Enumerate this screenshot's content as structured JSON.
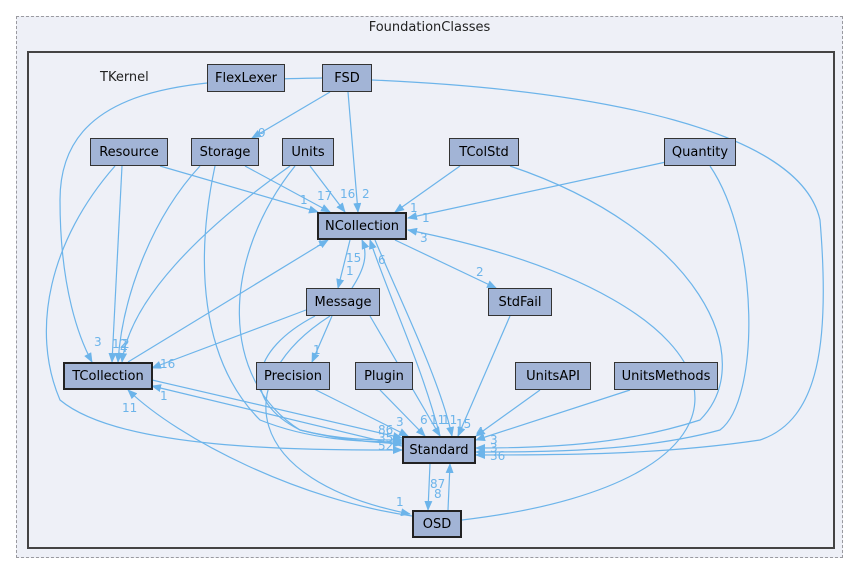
{
  "outer_title": "FoundationClasses",
  "inner_title": "TKernel",
  "nodes": {
    "flexlexer": "FlexLexer",
    "fsd": "FSD",
    "resource": "Resource",
    "storage": "Storage",
    "units": "Units",
    "tcolstd": "TColStd",
    "quantity": "Quantity",
    "ncollection": "NCollection",
    "message": "Message",
    "stdfail": "StdFail",
    "tcollection": "TCollection",
    "precision": "Precision",
    "plugin": "Plugin",
    "unitsapi": "UnitsAPI",
    "unitsmethods": "UnitsMethods",
    "standard": "Standard",
    "osd": "OSD"
  },
  "edge_labels": {
    "fsd_storage": "9",
    "res_ncol": "1",
    "storage_ncol": "17",
    "units_ncol": "16",
    "fsd_ncol": "2",
    "tcolstd_ncol": "1",
    "quantity_ncol": "1",
    "std_ncol": "3",
    "tcoll_ncol": "1",
    "ncol_msg": "15",
    "msg_ncol": "1",
    "osd_ncol": "6",
    "ncol_stdfail": "2",
    "fsd_tcoll": "3",
    "res_tcoll": "12",
    "storage_tcoll": "2",
    "units_tcoll": "4",
    "msg_tcoll": "16",
    "std_tcoll": "1",
    "osd_tcoll": "11",
    "msg_prec": "1",
    "prec_std": "3",
    "plugin_std": "6",
    "msg_std": "11",
    "ncol_std": "11",
    "stdfail_std": "15",
    "unitsapi_std": "4",
    "left_std_1": "86",
    "left_std_2": "35",
    "left_std_3": "52",
    "right_std_1": "3",
    "right_std_2": "3",
    "right_std_3": "36",
    "std_osd": "87",
    "osd_std": "8",
    "msg_osd": "1"
  }
}
